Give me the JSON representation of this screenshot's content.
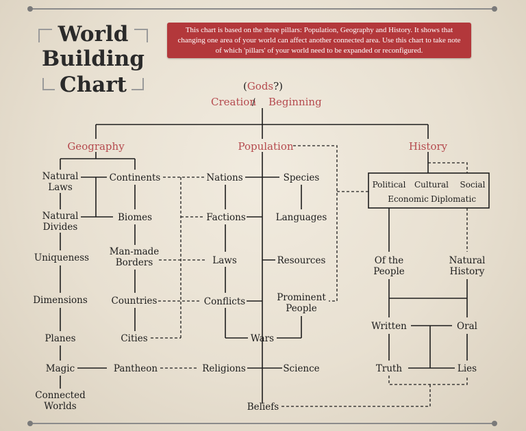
{
  "title": {
    "line1": "World",
    "line2": "Building",
    "line3": "Chart"
  },
  "note": "This chart is based on the three pillars: Population, Geography and History. It shows that changing one area of your world can affect another connected area. Use this chart to take note of which 'pillars' of your world need to be expanded or reconfigured.",
  "top": {
    "gods_open": "(",
    "gods": "Gods",
    "gods_close": "?)",
    "creation": "Creation",
    "slash": "/",
    "beginning": "Beginning"
  },
  "pillars": {
    "geography": "Geography",
    "population": "Population",
    "history": "History"
  },
  "geography": {
    "natural_laws": [
      "Natural",
      "Laws"
    ],
    "natural_divides": [
      "Natural",
      "Divides"
    ],
    "uniqueness": "Uniqueness",
    "dimensions": "Dimensions",
    "planes": "Planes",
    "magic": "Magic",
    "connected_worlds": [
      "Connected",
      "Worlds"
    ],
    "continents": "Continents",
    "biomes": "Biomes",
    "manmade_borders": [
      "Man-made",
      "Borders"
    ],
    "countries": "Countries",
    "cities": "Cities",
    "pantheon": "Pantheon"
  },
  "population": {
    "nations": "Nations",
    "factions": "Factions",
    "laws": "Laws",
    "conflicts": "Conflicts",
    "wars": "Wars",
    "religions": "Religions",
    "beliefs": "Beliefs",
    "species": "Species",
    "languages": "Languages",
    "resources": "Resources",
    "prominent_people": [
      "Prominent",
      "People"
    ],
    "science": "Science"
  },
  "history": {
    "box_row1": [
      "Political",
      "Cultural",
      "Social"
    ],
    "box_row2": [
      "Economic",
      "Diplomatic"
    ],
    "of_the_people": [
      "Of the",
      "People"
    ],
    "natural_history": [
      "Natural",
      "History"
    ],
    "written": "Written",
    "oral": "Oral",
    "truth": "Truth",
    "lies": "Lies"
  }
}
